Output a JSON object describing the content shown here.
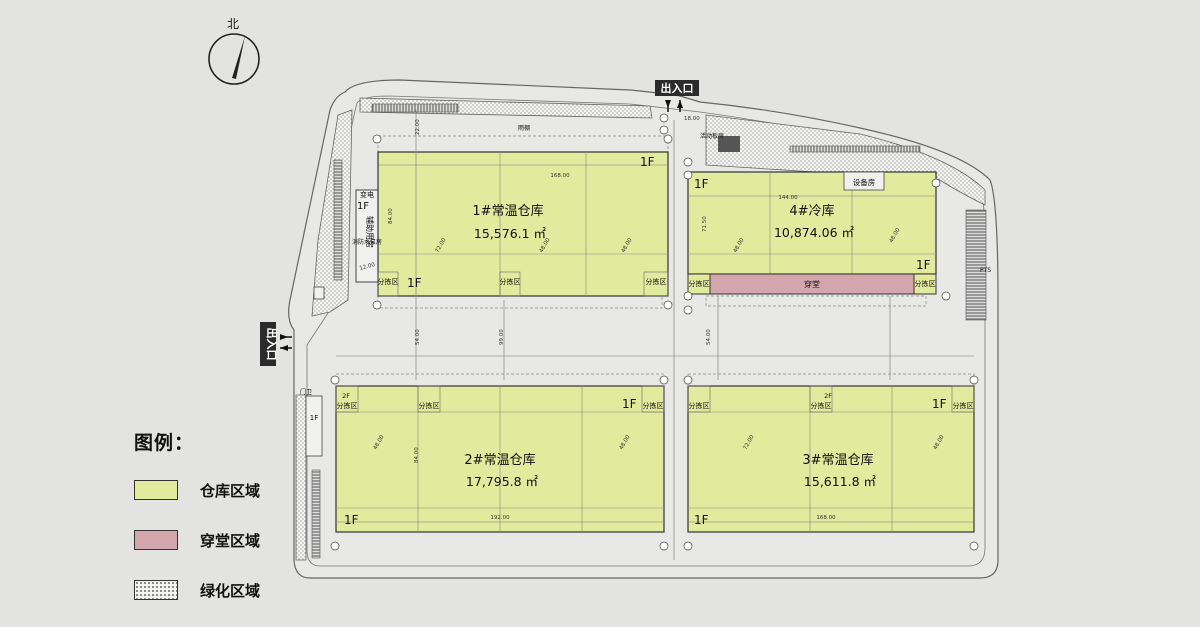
{
  "north": {
    "label": "北"
  },
  "entrances": {
    "top": "出入口",
    "left": "出入口"
  },
  "buildings": [
    {
      "id": "b1",
      "name": "1#常温仓库",
      "area": "15,576.1 ㎡",
      "floor": "1F",
      "floor2": "1F",
      "sort_left": "分拣区",
      "sort_mid": "分拣区",
      "sort_right": "分拣区",
      "color": "#e1eb9d"
    },
    {
      "id": "b2",
      "name": "2#常温仓库",
      "area": "17,795.8 ㎡",
      "floor": "1F",
      "floor2": "1F",
      "floor_upper": "2F",
      "sort_left": "分拣区",
      "sort_mid": "分拣区",
      "sort_right": "分拣区",
      "color": "#e1eb9d"
    },
    {
      "id": "b3",
      "name": "3#常温仓库",
      "area": "15,611.8 ㎡",
      "floor": "1F",
      "floor2": "1F",
      "floor_upper": "2F",
      "sort_left": "分拣区",
      "sort_mid": "分拣区",
      "sort_right": "分拣区",
      "color": "#e1eb9d"
    },
    {
      "id": "b4",
      "name": "4#冷库",
      "area": "10,874.06 ㎡",
      "floor": "1F",
      "floor2": "1F",
      "sort_left": "分拣区",
      "sort_right": "分拣区",
      "color": "#e1eb9d"
    }
  ],
  "aux": {
    "cross_dock": "穿堂",
    "equipment_room": "设备房",
    "substation": "变电",
    "substation_floor": "1F",
    "aux_building": "辅助用房",
    "fire_pump": "消防水泵房",
    "guard_left": "1F",
    "canopy": "雨棚",
    "gate_house": "门卫",
    "guard_top": "活动板房",
    "pts_label": "PTS"
  },
  "dims": {
    "b1_width": "168.00",
    "b1_height": "84.00",
    "b1_span": "72.00",
    "b1_span2": "48.00",
    "b1_span3": "48.00",
    "b2_width": "192.00",
    "b2_height": "84.00",
    "b2_span": "48.00",
    "b2_span2": "48.00",
    "b3_width": "168.00",
    "b3_span": "72.00",
    "b3_span2": "48.00",
    "b4_width": "144.00",
    "b4_height": "71.50",
    "b4_span": "48.00",
    "b4_span2": "48.00",
    "road_mid": "54.00",
    "road_mid2": "99.00",
    "road_mid3": "54.00",
    "road_top": "22.00",
    "gap": "18.00",
    "road_small": "12.00"
  },
  "legend": {
    "title": "图例：",
    "items": [
      {
        "label": "仓库区域",
        "color": "#e1eb9d",
        "type": "warehouse"
      },
      {
        "label": "穿堂区域",
        "color": "#d3a6ad",
        "type": "crossdock"
      },
      {
        "label": "绿化区域",
        "color": "#f2f2f0",
        "type": "green"
      }
    ]
  },
  "colors": {
    "background": "#e3e3e1",
    "warehouse": "#e1eb9d",
    "crossdock": "#d3a6ad",
    "line": "#555555"
  }
}
